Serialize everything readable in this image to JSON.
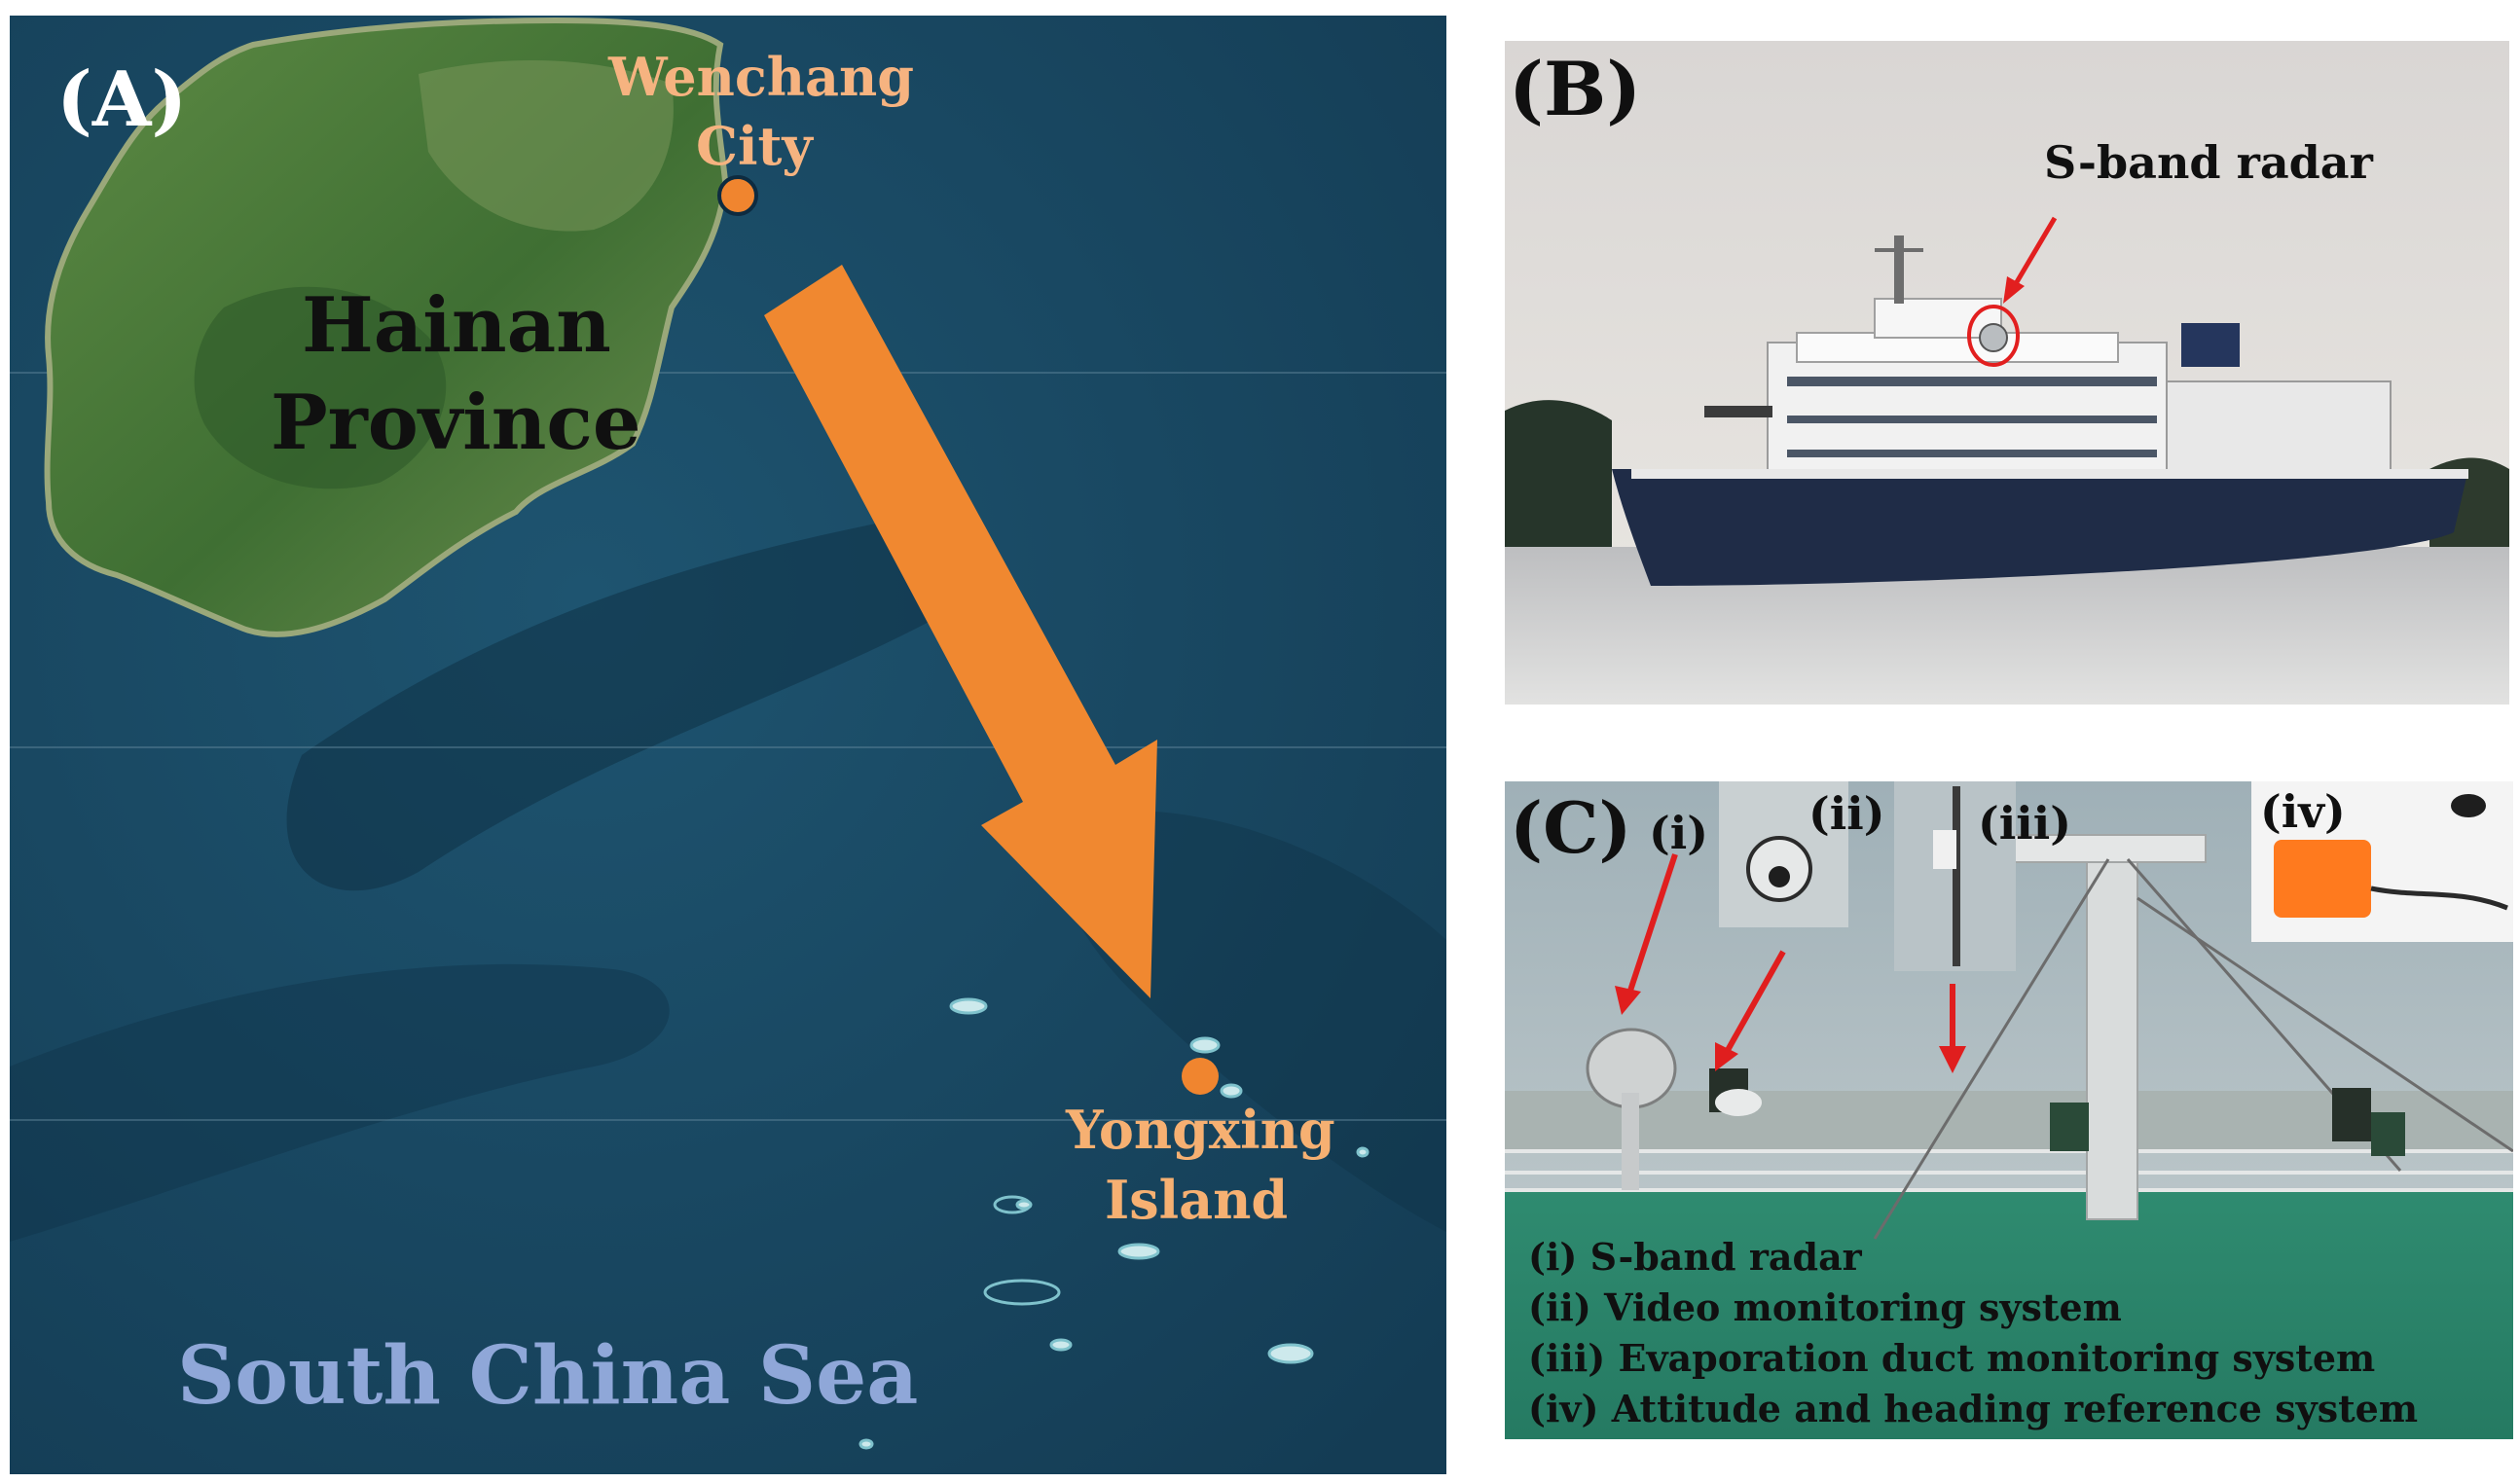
{
  "panel_a": {
    "label": "(A)",
    "province_line1": "Hainan",
    "province_line2": "Province",
    "city_line1": "Wenchang",
    "city_line2": "City",
    "island_line1": "Yongxing",
    "island_line2": "Island",
    "sea_label": "South China Sea",
    "colors": {
      "sea": "#1a4a64",
      "land": "#4a7a3a",
      "marker": "#f0852f",
      "arrow": "#f08830",
      "city_text": "#f6b380",
      "island_text": "#f6b072",
      "sea_text": "#8fa7d8"
    }
  },
  "panel_b": {
    "label": "(B)",
    "radar_callout": "S-band radar",
    "colors": {
      "sky": "#e6e3df",
      "hull": "#1f2c47",
      "callout": "#e21f1f"
    }
  },
  "panel_c": {
    "label": "(C)",
    "markers": [
      "(i)",
      "(ii)",
      "(iii)",
      "(iv)"
    ],
    "legend": [
      "(i) S-band radar",
      "(ii) Video monitoring system",
      "(iii) Evaporation duct monitoring system",
      "(iv) Attitude and heading reference system"
    ],
    "colors": {
      "deck": "#2e8a6e",
      "arrow": "#e01e1e",
      "ahrs_box": "#ff7a1e"
    }
  }
}
